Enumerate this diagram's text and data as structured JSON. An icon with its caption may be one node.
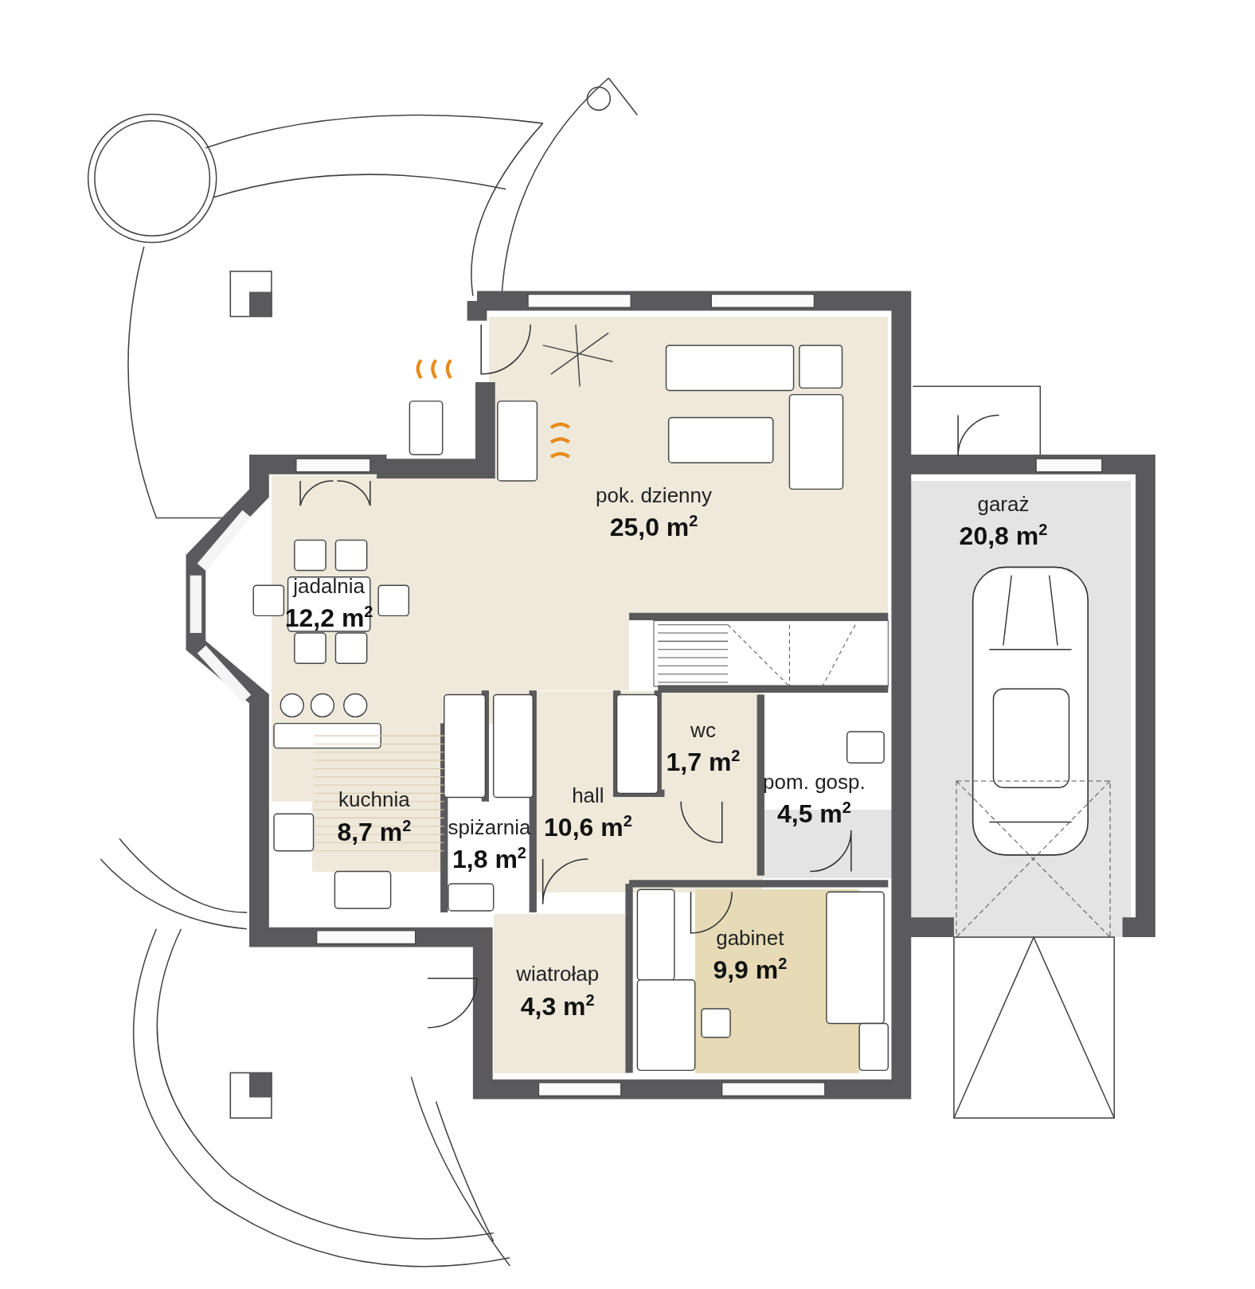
{
  "diagram": {
    "nodes": [
      {
        "text": [
          "pok. dzienny",
          "25,0 m$^{2}$"
        ]
      },
      {
        "text": [
          "garaż",
          "20,8 m$^{2}$"
        ]
      },
      {
        "text": [
          "jadalnia",
          "12,2 m$^{2}$"
        ]
      },
      {
        "text": [
          "wc",
          "1,7 m$^{2}$"
        ]
      },
      {
        "text": [
          "kuchnia",
          "8,7 m$^{2}$"
        ]
      },
      {
        "text": [
          "hall",
          "10,6 m$^{2}$"
        ]
      },
      {
        "text": [
          "pom. gosp.",
          "4,5 m$^{2}$"
        ]
      },
      {
        "text": [
          "spiżarnia",
          "1,8 m$^{2}$"
        ]
      },
      {
        "text": [
          "gabinet",
          "9,9 m$^{2}$"
        ]
      },
      {
        "text": [
          "wiatrołap",
          "4,3 m$^{2}$"
        ]
      }
    ]
  }
}
